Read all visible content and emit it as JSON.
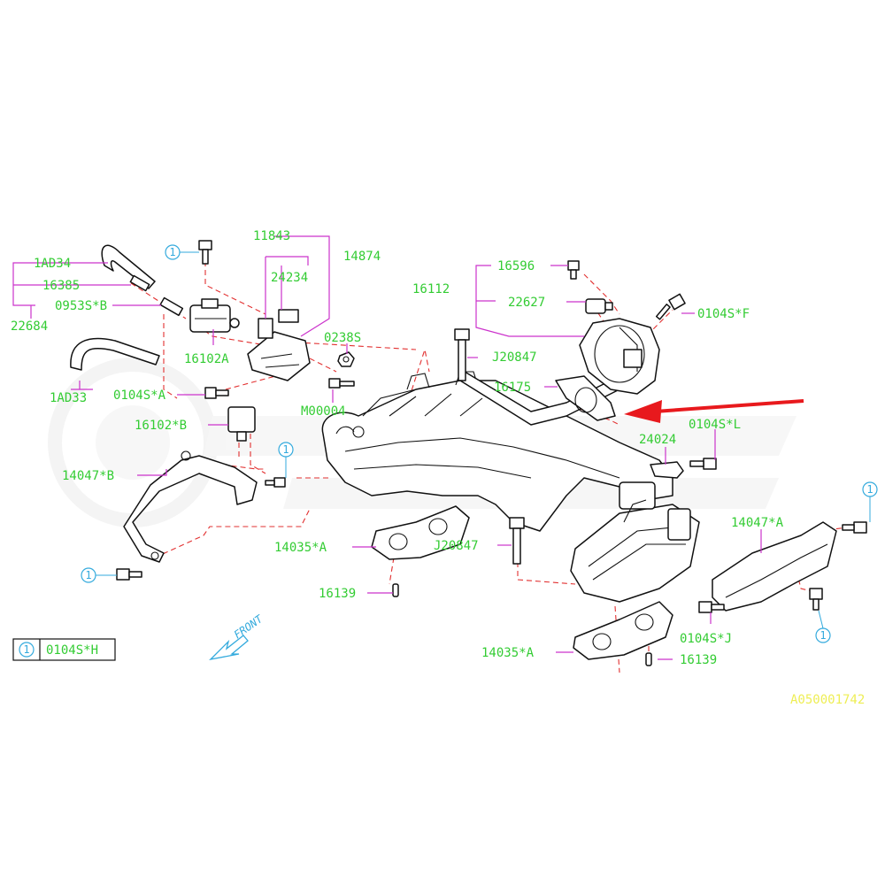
{
  "diagram_id": "A050001742",
  "direction_label": "FRONT",
  "legend": {
    "symbol": "1",
    "part": "0104S*H"
  },
  "callout_symbol": "1",
  "labels": {
    "p1AD34": "1AD34",
    "p16385": "16385",
    "p0953SB": "0953S*B",
    "p22684": "22684",
    "p1AD33": "1AD33",
    "p16102A": "16102A",
    "p0104SA": "0104S*A",
    "p16102B": "16102*B",
    "p14047B": "14047*B",
    "p11843": "11843",
    "p14874": "14874",
    "p24234": "24234",
    "p0238S": "0238S",
    "pM00004": "M00004",
    "pJ20847a": "J20847",
    "p16596": "16596",
    "p16112": "16112",
    "p22627": "22627",
    "p0104SF": "0104S*F",
    "p16175": "16175",
    "p0104SL": "0104S*L",
    "p24024": "24024",
    "p14035A1": "14035*A",
    "p16139a": "16139",
    "pJ20847b": "J20847",
    "p14047A": "14047*A",
    "p0104SJ": "0104S*J",
    "p14035A2": "14035*A",
    "p16139b": "16139"
  },
  "colors": {
    "label": "#33cc33",
    "leader": "#cc33cc",
    "dashed_line": "#e23030",
    "arrow": "#e8191d",
    "callout": "#33aadd",
    "diagram_id": "#eeee55"
  }
}
